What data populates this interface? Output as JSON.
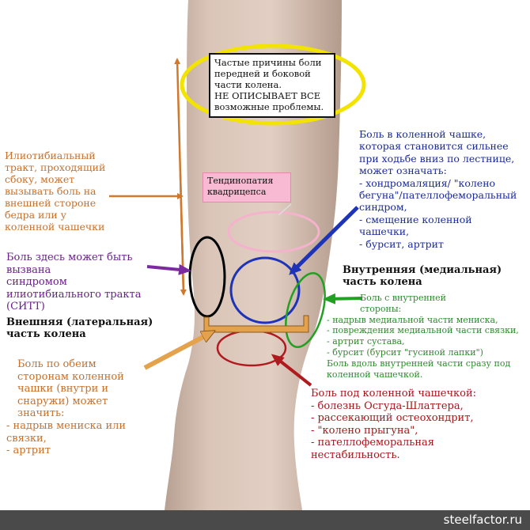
{
  "notes": {
    "top_note": [
      "Частые причины боли",
      "передней и боковой",
      "части колена.",
      "НЕ ОПИСЫВАЕТ ВСЕ",
      "возможные проблемы."
    ],
    "quad": [
      "Тендинопатия",
      "квадрицепса"
    ]
  },
  "labels": {
    "itb": [
      "Илиотибиальный",
      "тракт, проходящий",
      "сбоку, может",
      "вызывать боль на",
      "внешней стороне",
      "бедра или у",
      "коленной чашечки"
    ],
    "kneecap_pain": [
      "Боль в коленной чашке,",
      "которая становится сильнее",
      "при ходьбе вниз по лестнице,",
      "может означать:",
      "- хондромаляция/ \"колено",
      "бегуна\"/пателлофеморальный",
      "синдром,",
      "- смещение коленной",
      "чашечки,",
      "- бурсит, артрит"
    ],
    "itbs": [
      "Боль здесь может быть",
      "вызвана",
      "синдромом",
      "илиотибиального тракта",
      "(СИТТ)"
    ],
    "medial": [
      "Внутренняя (медиальная)",
      "часть колена"
    ],
    "lateral": [
      "Внешняя (латеральная)",
      "часть колена"
    ],
    "inner_pain": [
      "Боль с внутренней",
      "стороны:",
      "- надрыв медиальной части мениска,",
      "- повреждения медиальной части связки,",
      "- артрит сустава,",
      "- бурсит (бурсит \"гусиной лапки\")",
      "Боль вдоль внутренней части сразу под",
      "коленной чашечкой."
    ],
    "both_sides": [
      "Боль по обеим",
      "сторонам коленной",
      "чашки (внутри и",
      "снаружи) может",
      "значить:",
      "- надрыв мениска или",
      "связки,",
      "- артрит"
    ],
    "below": [
      "Боль под коленной чашечкой:",
      "- болезнь Осгуда-Шлаттера,",
      "- рассекающий остеохондрит,",
      "- \"колено прыгуна\",",
      "- пателлофеморальная",
      "нестабильность."
    ]
  },
  "footer": {
    "site": "steelfactor.ru"
  },
  "colors": {
    "orange": "#c8702a",
    "purple": "#6a1f8a",
    "blue": "#1a2a9a",
    "green": "#2e8a2e",
    "red": "#a8161a",
    "yellow": "#f2e300",
    "pink": "#f8b9d2",
    "skin": "#d9c2b4",
    "footer_bg": "#4a4a4a"
  }
}
